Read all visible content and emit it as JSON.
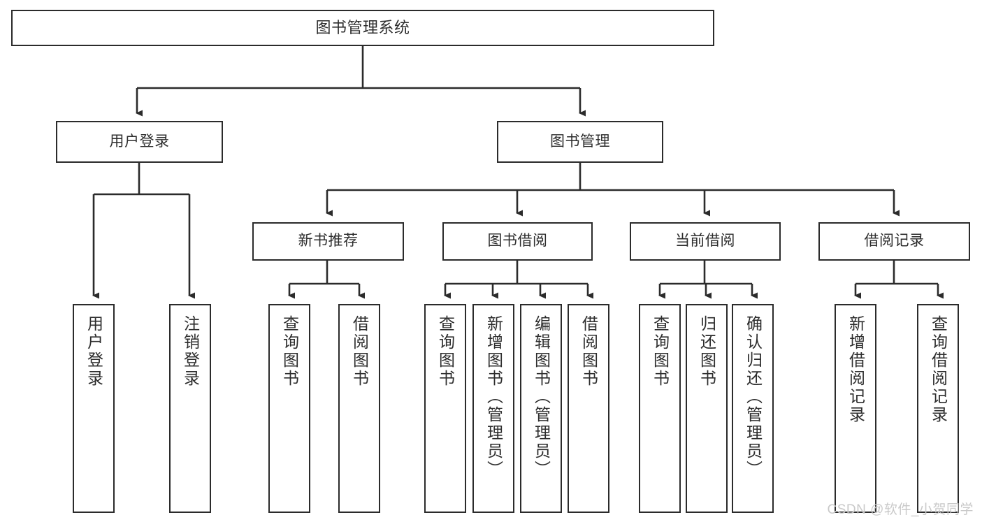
{
  "diagram": {
    "type": "tree",
    "title": "图书管理系统",
    "orientation": "top-down",
    "colors": {
      "box_border": "#2b2b2b",
      "box_fill": "#ffffff",
      "text": "#2d2d2d",
      "connector": "#2b2b2b",
      "background": "#ffffff",
      "watermark": "#c9c9c9"
    },
    "nodes": {
      "root": {
        "label": "图书管理系统",
        "level": 1
      },
      "level2": [
        {
          "id": "user-login",
          "label": "用户登录"
        },
        {
          "id": "book-manage",
          "label": "图书管理"
        }
      ],
      "level3": [
        {
          "id": "new-book-recommend",
          "label": "新书推荐",
          "parent": "book-manage"
        },
        {
          "id": "book-borrow",
          "label": "图书借阅",
          "parent": "book-manage"
        },
        {
          "id": "current-borrow",
          "label": "当前借阅",
          "parent": "book-manage"
        },
        {
          "id": "borrow-record",
          "label": "借阅记录",
          "parent": "book-manage"
        }
      ],
      "leaves": [
        {
          "id": "leaf-user-login",
          "label": "用户登录",
          "parent": "user-login"
        },
        {
          "id": "leaf-logout",
          "label": "注销登录",
          "parent": "user-login"
        },
        {
          "id": "leaf-query-book-1",
          "label": "查询图书",
          "parent": "new-book-recommend"
        },
        {
          "id": "leaf-borrow-book-1",
          "label": "借阅图书",
          "parent": "new-book-recommend"
        },
        {
          "id": "leaf-query-book-2",
          "label": "查询图书",
          "parent": "book-borrow"
        },
        {
          "id": "leaf-add-book",
          "label": "新增图书（管理员）",
          "parent": "book-borrow"
        },
        {
          "id": "leaf-edit-book",
          "label": "编辑图书（管理员）",
          "parent": "book-borrow"
        },
        {
          "id": "leaf-borrow-book-2",
          "label": "借阅图书",
          "parent": "book-borrow"
        },
        {
          "id": "leaf-query-book-3",
          "label": "查询图书",
          "parent": "current-borrow"
        },
        {
          "id": "leaf-return-book",
          "label": "归还图书",
          "parent": "current-borrow"
        },
        {
          "id": "leaf-confirm-return",
          "label": "确认归还（管理员）",
          "parent": "current-borrow"
        },
        {
          "id": "leaf-add-record",
          "label": "新增借阅记录",
          "parent": "borrow-record"
        },
        {
          "id": "leaf-query-record",
          "label": "查询借阅记录",
          "parent": "borrow-record"
        }
      ]
    }
  },
  "watermark": {
    "text": "CSDN @软件_小贺同学"
  }
}
